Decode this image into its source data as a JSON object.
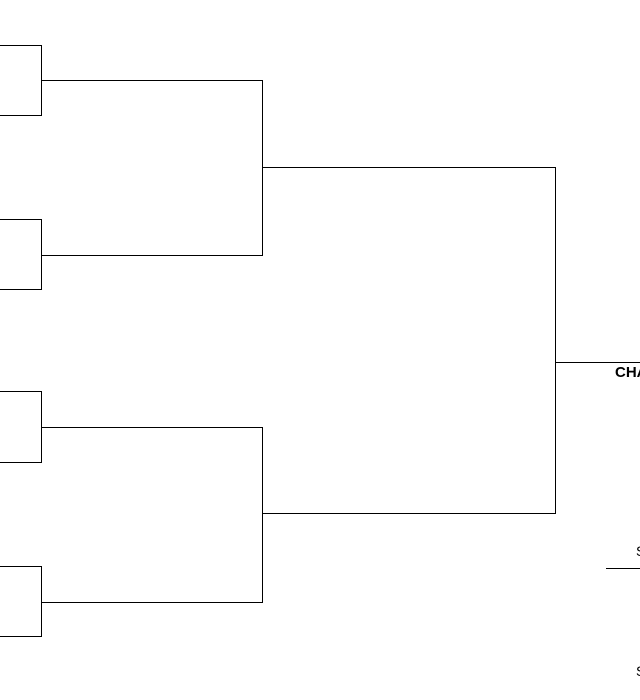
{
  "bracket": {
    "line_color": "#000000",
    "background": "#ffffff",
    "champion_label": "CHA",
    "side_labels": [
      "S",
      "S"
    ]
  }
}
